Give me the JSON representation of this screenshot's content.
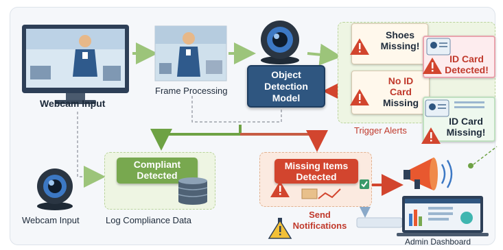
{
  "nodes": {
    "webcam_input_top": "Webcam Input",
    "frame_processing": "Frame Processing",
    "object_detection_model": [
      "Object",
      "Detection",
      "Model"
    ],
    "trigger_alerts": "Trigger Alerts",
    "webcam_input_bottom": "Webcam Input",
    "log_compliance_data": "Log Compliance Data",
    "compliant_detected": [
      "Compliant",
      "Detected"
    ],
    "missing_items_detected": [
      "Missing Items",
      "Detected"
    ],
    "send_notifications": [
      "Send",
      "Notifications"
    ],
    "admin_dashboard": "Admin Dashboard"
  },
  "alerts": {
    "shoes": [
      "Shoes",
      "Missing!"
    ],
    "id_detected": [
      "ID Card",
      "Detected!"
    ],
    "no_id": [
      "No ID",
      "Card",
      "Missing"
    ],
    "id_missing": [
      "ID Card",
      "Missing!"
    ]
  },
  "colors": {
    "accent_blue": "#2f5680",
    "compliant_green": "#78a84f",
    "alert_red": "#d2452e",
    "arrow_green": "#9cc47a"
  }
}
